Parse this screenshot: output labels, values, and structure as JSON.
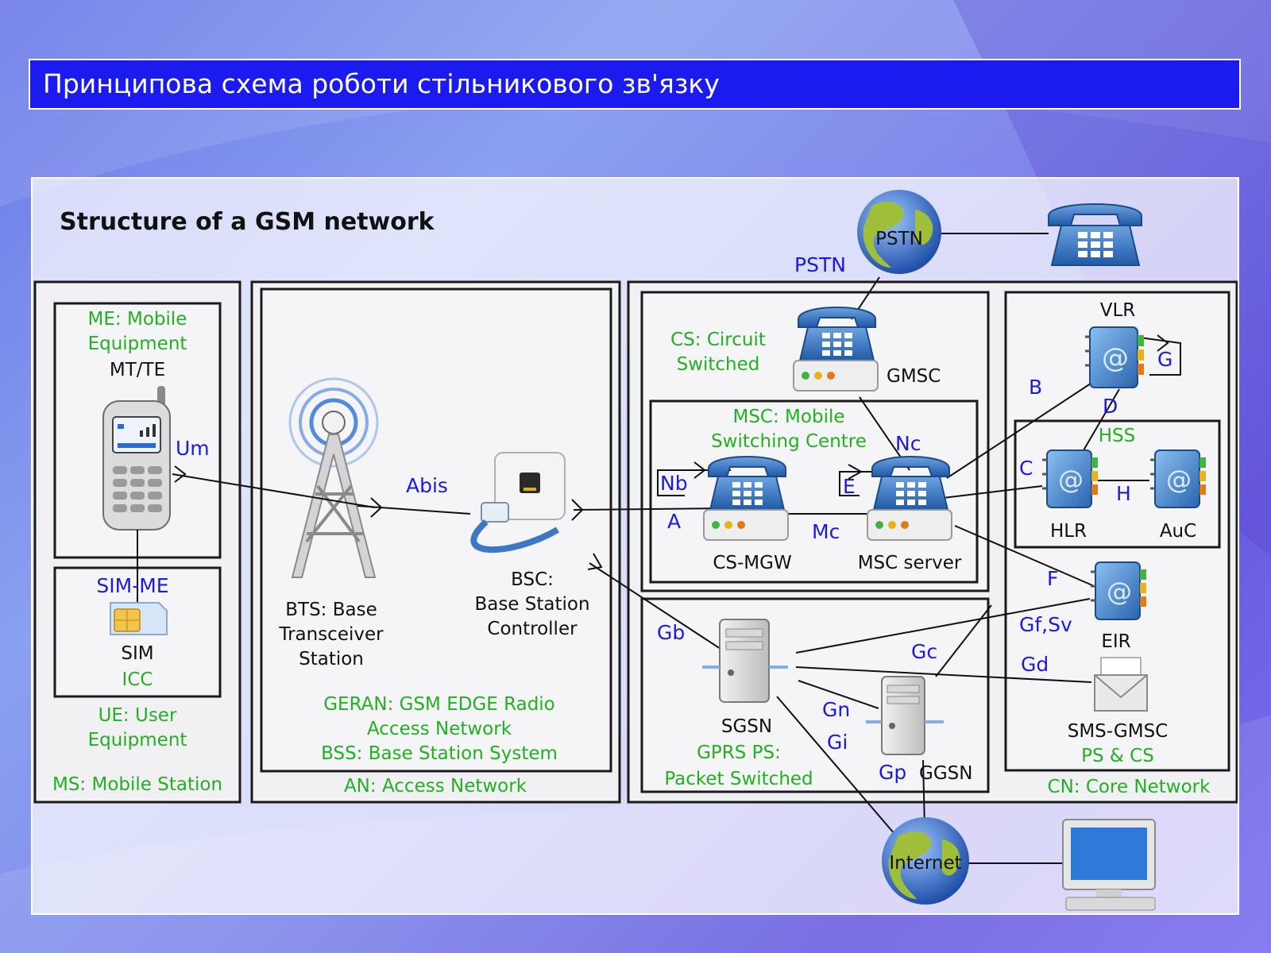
{
  "slide": {
    "title": "Принципова схема роботи стільникового зв'язку"
  },
  "diagram": {
    "heading": "Structure of a GSM network",
    "ms": {
      "me_line1": "ME: Mobile",
      "me_line2": "Equipment",
      "mtte": "MT/TE",
      "um": "Um",
      "sim_me": "SIM-ME",
      "sim": "SIM",
      "icc": "ICC",
      "ue_line1": "UE: User",
      "ue_line2": "Equipment",
      "group": "MS: Mobile Station"
    },
    "an": {
      "abis": "Abis",
      "bts_line1": "BTS: Base",
      "bts_line2": "Transceiver",
      "bts_line3": "Station",
      "bsc_line1": "BSC:",
      "bsc_line2": "Base Station",
      "bsc_line3": "Controller",
      "geran_line1": "GERAN: GSM EDGE Radio",
      "geran_line2": "Access Network",
      "bss": "BSS: Base Station System",
      "group": "AN: Access Network"
    },
    "cs": {
      "pstn_label": "PSTN",
      "pstn_globe": "PSTN",
      "cs_line1": "CS: Circuit",
      "cs_line2": "Switched",
      "gmsc": "GMSC",
      "msc_line1": "MSC: Mobile",
      "msc_line2": "Switching Centre",
      "nc": "Nc",
      "nb": "Nb",
      "e": "E",
      "a": "A",
      "mc": "Mc",
      "csmgw": "CS-MGW",
      "mscserver": "MSC server"
    },
    "ps": {
      "gb": "Gb",
      "sgsn": "SGSN",
      "gprs_line1": "GPRS PS:",
      "gprs_line2": "Packet Switched",
      "gc": "Gc",
      "gn": "Gn",
      "gi": "Gi",
      "gp": "Gp",
      "ggsn": "GGSN",
      "internet": "Internet"
    },
    "cn": {
      "vlr": "VLR",
      "g": "G",
      "b": "B",
      "d": "D",
      "hss": "HSS",
      "c": "C",
      "h": "H",
      "hlr": "HLR",
      "auc": "AuC",
      "f": "F",
      "gfsv": "Gf,Sv",
      "eir": "EIR",
      "gd": "Gd",
      "smsgmsc": "SMS-GMSC",
      "pscs": "PS & CS",
      "group": "CN: Core Network"
    }
  },
  "icons": [
    "phone-icon",
    "antenna-tower-icon",
    "network-socket-icon",
    "telephone-exchange-icon",
    "server-icon",
    "address-book-icon",
    "globe-icon",
    "desk-phone-icon",
    "computer-monitor-icon",
    "envelope-icon",
    "sim-card-icon"
  ],
  "colors": {
    "title_bar": "#1b1bf0",
    "group_label_green": "#22b022",
    "interface_label_blue": "#1a1ae0"
  }
}
